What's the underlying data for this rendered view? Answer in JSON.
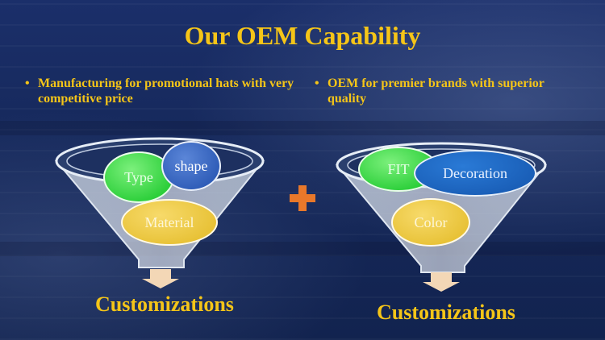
{
  "title": "Our OEM Capability",
  "bullets": [
    {
      "marker": "•",
      "text": "Manufacturing for promotional hats with very competitive price"
    },
    {
      "marker": "•",
      "text": "OEM for premier brands with superior quality"
    }
  ],
  "left_funnel": {
    "items": [
      "Type",
      "shape",
      "Material"
    ],
    "result": "Customizations"
  },
  "right_funnel": {
    "items": [
      "FIT",
      "Decoration",
      "Color"
    ],
    "result": "Customizations"
  },
  "plus_sign": "+",
  "colors": {
    "title": "#f5c518",
    "background": "#14275a",
    "green": "#2ccf3a",
    "blue": "#2f5db8",
    "yellow": "#e8c237",
    "plus": "#e8782a",
    "arrow": "#f3d7b6"
  }
}
